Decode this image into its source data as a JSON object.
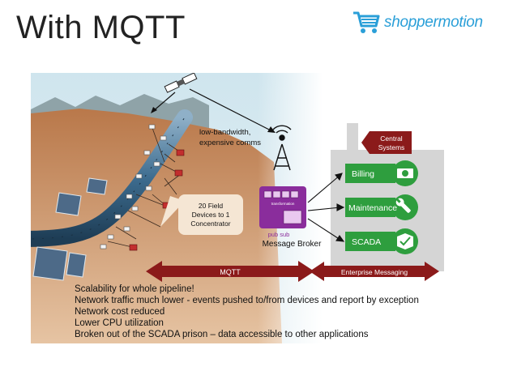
{
  "slide": {
    "title": "With MQTT",
    "logo_text": "shoppermotion"
  },
  "diagram": {
    "satellite_label_line1": "low-bandwidth,",
    "satellite_label_line2": "expensive comms",
    "callout_line1": "20 Field",
    "callout_line2": "Devices to 1",
    "callout_line3": "Concentrator",
    "broker_transformation": "transformation",
    "broker_pub_sub": "pub sub",
    "broker_label": "Message Broker",
    "central_line1": "Central",
    "central_line2": "Systems",
    "system_billing": "Billing",
    "system_maintenance": "Maintenance",
    "system_scada": "SCADA",
    "arrow_mqtt": "MQTT",
    "arrow_enterprise": "Enterprise Messaging"
  },
  "bullets": [
    "Scalability for whole pipeline!",
    "Network traffic much lower - events pushed to/from devices and report by exception",
    "Network cost reduced",
    "Lower CPU utilization",
    "Broken out of the SCADA prison – data accessible to other applications"
  ],
  "colors": {
    "accent_green": "#2e9e3e",
    "mqtt_red": "#8b1a1a",
    "broker_purple": "#8a2d9c",
    "logo_blue": "#2a9fd8"
  },
  "icons": [
    "cart-icon",
    "satellite-icon",
    "antenna-tower-icon",
    "money-icon",
    "wrench-icon",
    "box-check-icon"
  ]
}
